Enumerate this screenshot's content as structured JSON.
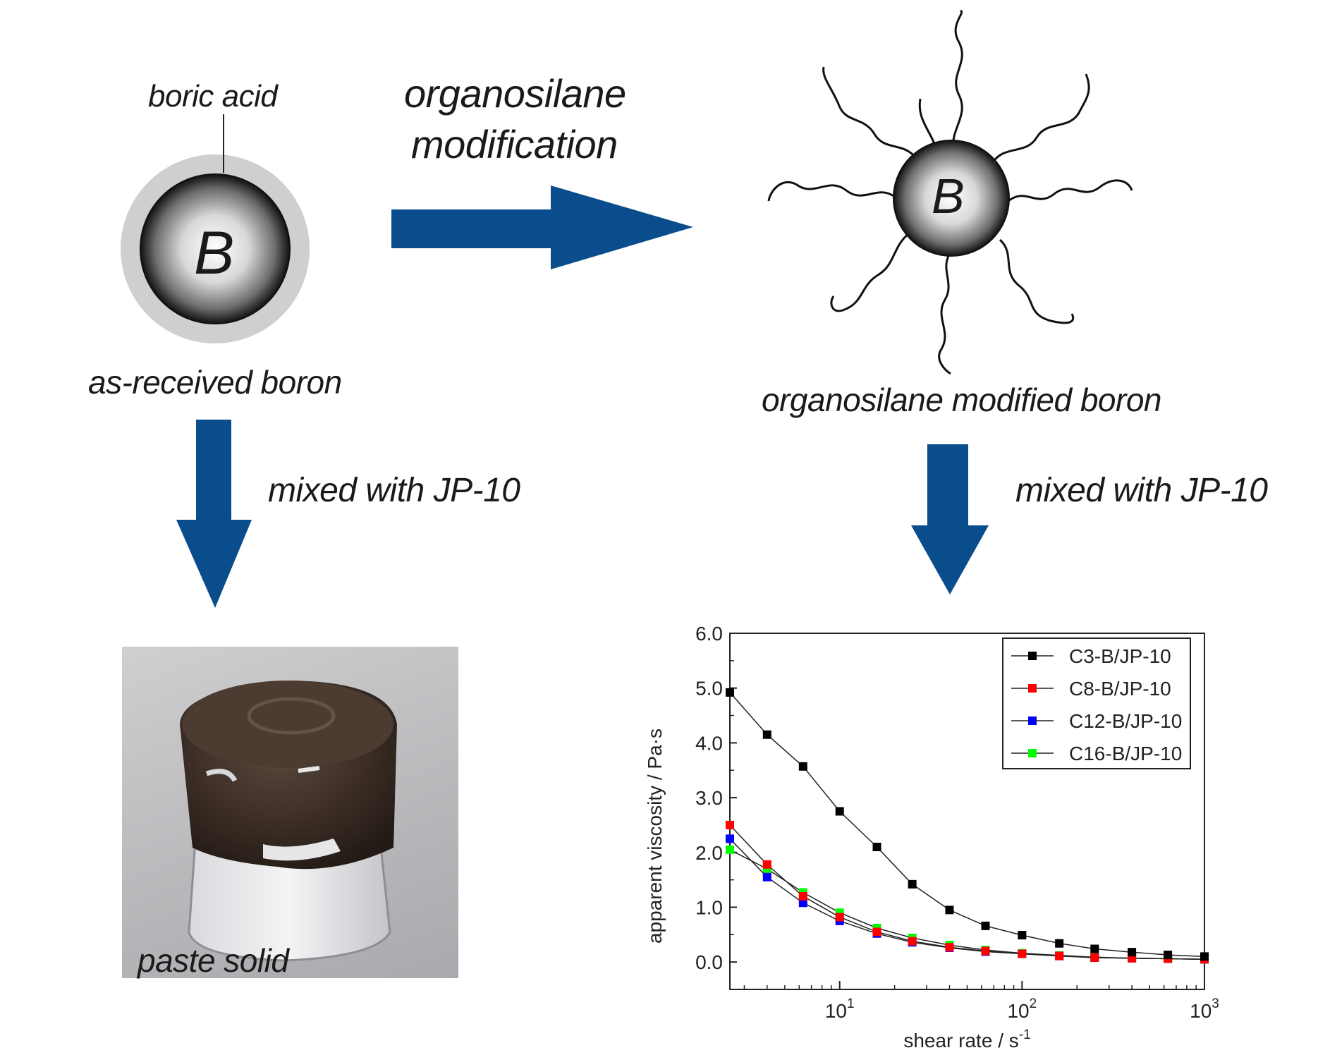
{
  "labels": {
    "boric_acid": "boric acid",
    "core_letter": "B",
    "as_received": "as-received boron",
    "process_line1": "organosilane",
    "process_line2": "modification",
    "modified_core_letter": "B",
    "modified": "organosilane modified boron",
    "mixed_left": "mixed with JP-10",
    "mixed_right": "mixed with JP-10",
    "paste": "paste solid"
  },
  "colors": {
    "arrow": "#0a4d8c",
    "shell": "#cfcfcf",
    "c3": "#000000",
    "c8": "#ff0000",
    "c12": "#0000ff",
    "c16": "#00ff00"
  },
  "chart_data": {
    "type": "line",
    "xlabel": "shear rate / s",
    "xlabel_superscript": "-1",
    "ylabel": "apparent viscosity / Pa·s",
    "x_scale": "log",
    "xlim": [
      2.5,
      1000
    ],
    "ylim": [
      -0.5,
      6.0
    ],
    "yticks": [
      "0.0",
      "1.0",
      "2.0",
      "3.0",
      "4.0",
      "5.0",
      "6.0"
    ],
    "xticks": [
      {
        "value": 10,
        "base": "10",
        "exp": "1"
      },
      {
        "value": 100,
        "base": "10",
        "exp": "2"
      },
      {
        "value": 1000,
        "base": "10",
        "exp": "3"
      }
    ],
    "legend_position": "top-right",
    "x": [
      2.5,
      4,
      6.3,
      10,
      16,
      25,
      40,
      63,
      100,
      160,
      250,
      400,
      630,
      1000
    ],
    "series": [
      {
        "name": "C3-B/JP-10",
        "color": "#000000",
        "values": [
          4.92,
          4.15,
          3.57,
          2.75,
          2.1,
          1.42,
          0.95,
          0.66,
          0.49,
          0.34,
          0.24,
          0.18,
          0.13,
          0.1
        ]
      },
      {
        "name": "C8-B/JP-10",
        "color": "#ff0000",
        "values": [
          2.5,
          1.78,
          1.2,
          0.82,
          0.55,
          0.38,
          0.27,
          0.2,
          0.15,
          0.11,
          0.08,
          0.07,
          0.06,
          0.05
        ]
      },
      {
        "name": "C12-B/JP-10",
        "color": "#0000ff",
        "values": [
          2.25,
          1.55,
          1.08,
          0.75,
          0.52,
          0.36,
          0.26,
          0.19,
          0.15,
          0.11,
          0.08,
          0.07,
          0.06,
          0.05
        ]
      },
      {
        "name": "C16-B/JP-10",
        "color": "#00ff00",
        "values": [
          2.05,
          1.7,
          1.27,
          0.9,
          0.62,
          0.44,
          0.31,
          0.22,
          0.16,
          0.12,
          0.09,
          0.07,
          0.06,
          0.05
        ]
      }
    ]
  }
}
